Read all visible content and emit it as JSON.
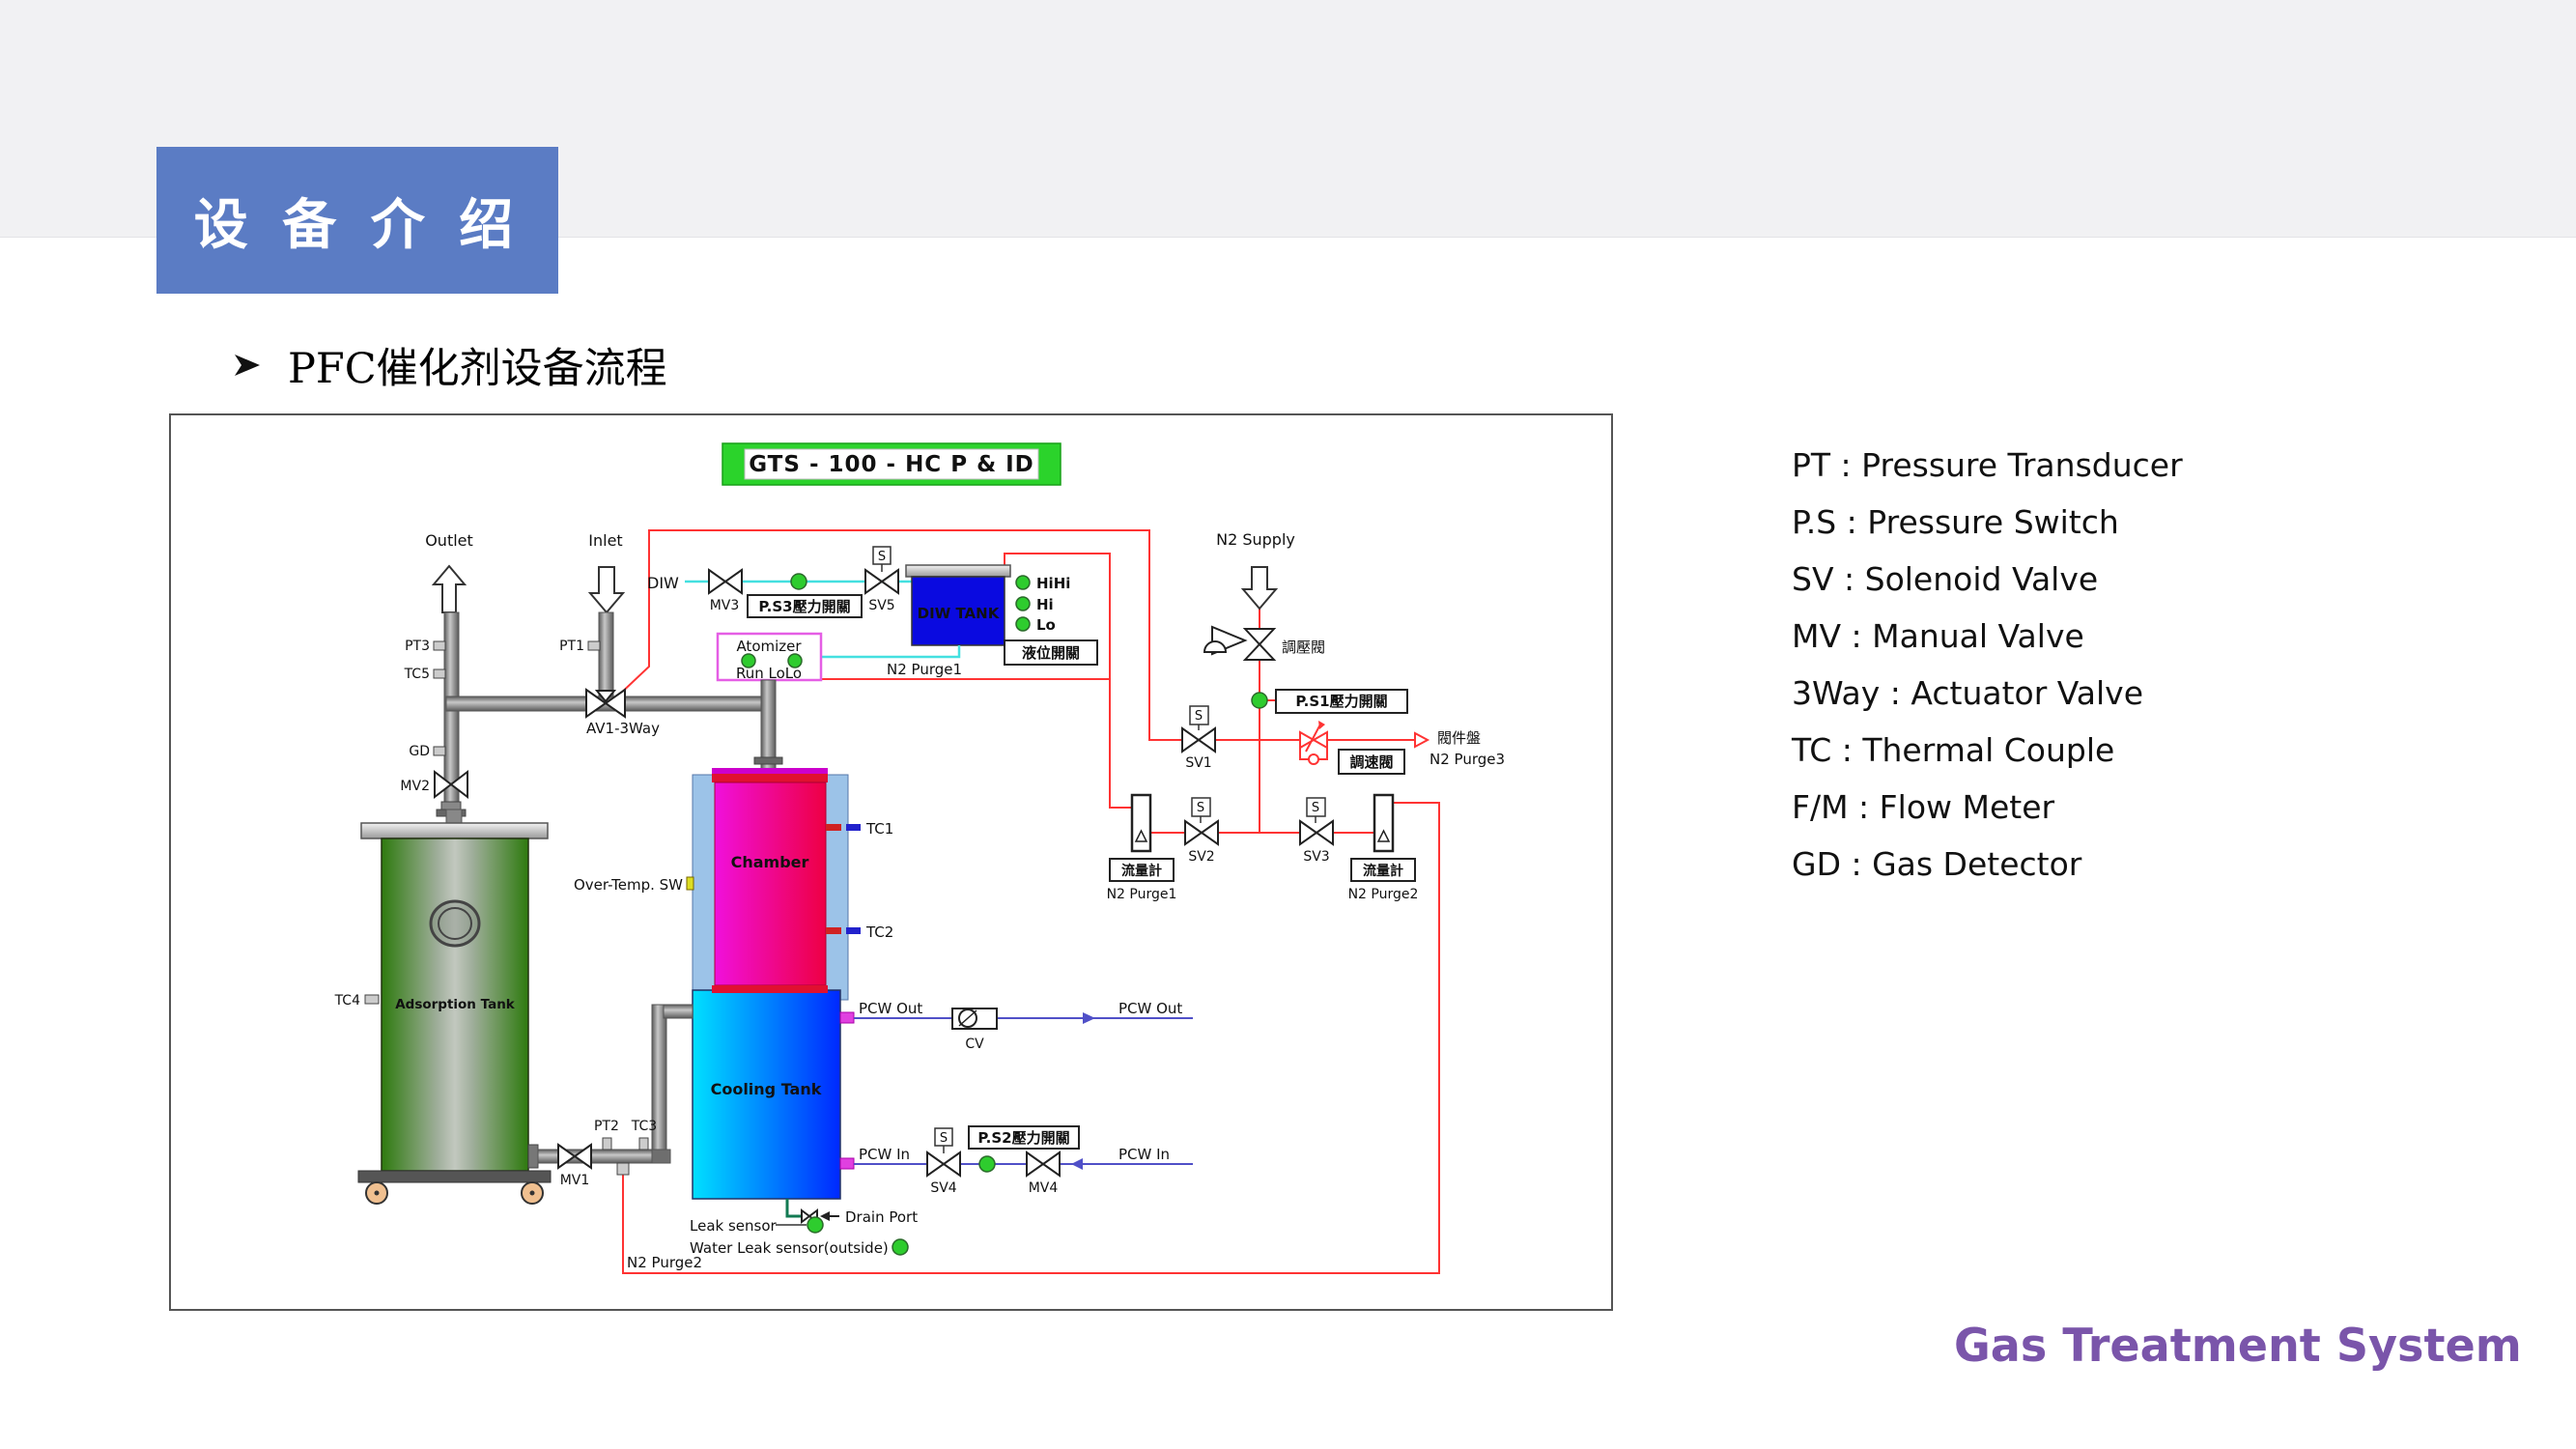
{
  "slide": {
    "header_title": "设 备 介 绍",
    "bullet_text": "PFC催化剂设备流程",
    "footer_brand": "Gas Treatment System",
    "colors": {
      "header_blue": "#5b7cc4",
      "title_green": "#2bd32b",
      "footer_purple": "#7a55aa",
      "line_red": "#ff3333",
      "line_cyan": "#44e0e0",
      "line_pcw_blue": "#5050c8",
      "indicator_green": "#2ecc2e",
      "chamber_magenta": "#f010dc",
      "chamber_crimson": "#ee0044",
      "cooling_cyan": "#00e0ff",
      "cooling_blue": "#0028ff",
      "tank_green": "#2e7a0e",
      "diw_blue": "#0a0ae0"
    }
  },
  "legend": {
    "items": [
      "PT : Pressure Transducer",
      "P.S : Pressure Switch",
      "SV : Solenoid Valve",
      "MV : Manual Valve",
      "3Way : Actuator Valve",
      "TC : Thermal Couple",
      "F/M : Flow Meter",
      "GD : Gas Detector"
    ]
  },
  "diagram": {
    "title": "GTS - 100 - HC  P & ID",
    "labels": {
      "outlet": "Outlet",
      "inlet": "Inlet",
      "pt1": "PT1",
      "pt2": "PT2",
      "pt3": "PT3",
      "tc1": "TC1",
      "tc2": "TC2",
      "tc3": "TC3",
      "tc4": "TC4",
      "tc5": "TC5",
      "gd": "GD",
      "mv1": "MV1",
      "mv2": "MV2",
      "mv3": "MV3",
      "mv4": "MV4",
      "av1": "AV1-3Way",
      "sv1": "SV1",
      "sv2": "SV2",
      "sv3": "SV3",
      "sv4": "SV4",
      "sv5": "SV5",
      "s": "S",
      "diw": "DIW",
      "diw_tank": "DIW TANK",
      "ps1": "P.S1壓力開關",
      "ps2": "P.S2壓力開關",
      "ps3": "P.S3壓力開關",
      "hihi": "HiHi",
      "hi": "Hi",
      "lo": "Lo",
      "level_switch": "液位開關",
      "atomizer": "Atomizer",
      "run_lolo": "Run  LoLo",
      "n2_supply": "N2 Supply",
      "regulator_valve": "調壓閥",
      "speed_valve": "調速閥",
      "valve_panel": "閥件盤",
      "n2_purge1": "N2 Purge1",
      "n2_purge2": "N2 Purge2",
      "n2_purge3": "N2 Purge3",
      "flow_meter": "流量計",
      "chamber": "Chamber",
      "cooling_tank": "Cooling Tank",
      "adsorption_tank": "Adsorption Tank",
      "over_temp": "Over-Temp. SW",
      "pcw_out": "PCW Out",
      "pcw_in": "PCW In",
      "cv": "CV",
      "drain_port": "Drain Port",
      "leak_sensor": "Leak sensor",
      "water_leak_sensor": "Water Leak sensor(outside)"
    }
  }
}
